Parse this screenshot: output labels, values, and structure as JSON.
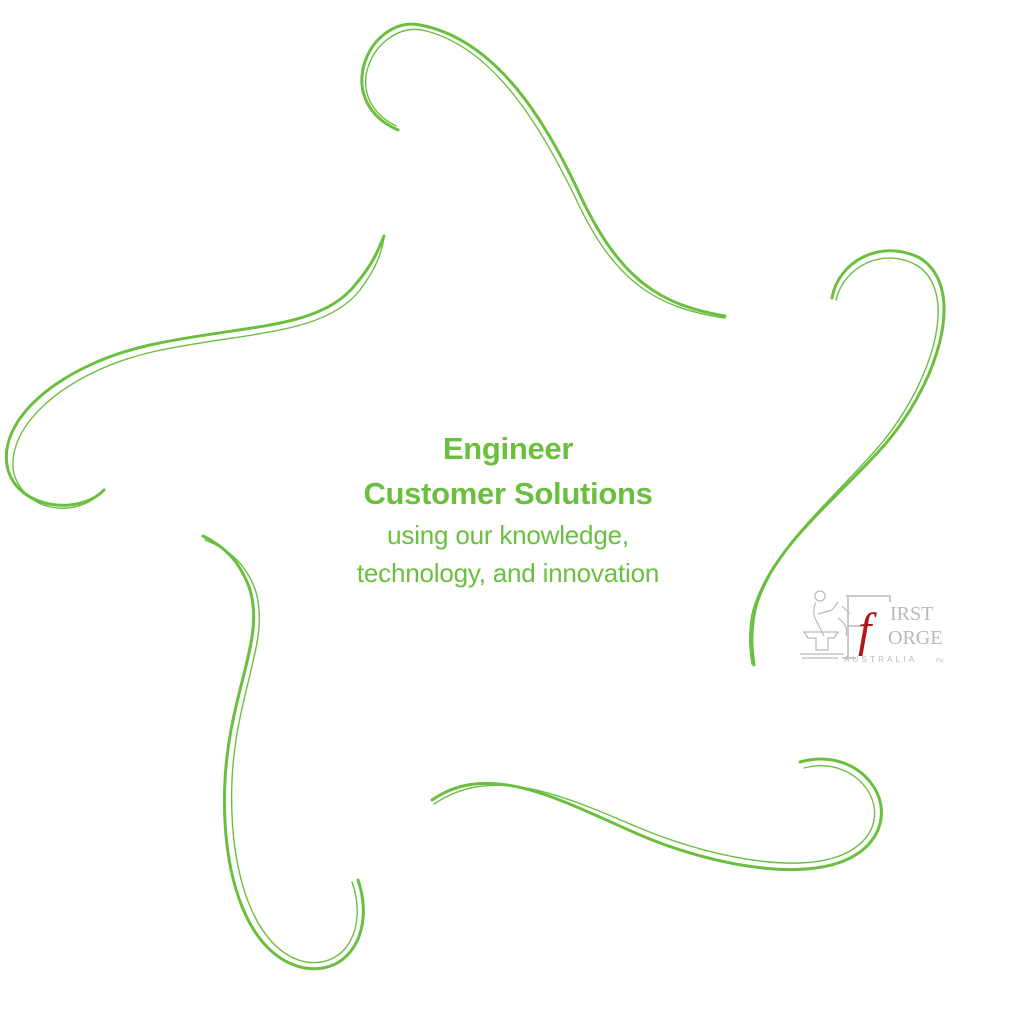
{
  "colors": {
    "swirl": "#6abf3e",
    "text": "#6abf3e",
    "logo_red": "#b01818",
    "logo_grey": "#b9b9b9"
  },
  "tagline": {
    "line1": "Engineer",
    "line2": "Customer Solutions",
    "line3": "using our knowledge,",
    "line4": "technology, and innovation"
  },
  "logo": {
    "icon": "blacksmith-anvil-icon",
    "mark": "f",
    "word1": "IRST",
    "word2": "ORGE",
    "word3": "AUSTRALIA",
    "suffix": "Pty."
  }
}
